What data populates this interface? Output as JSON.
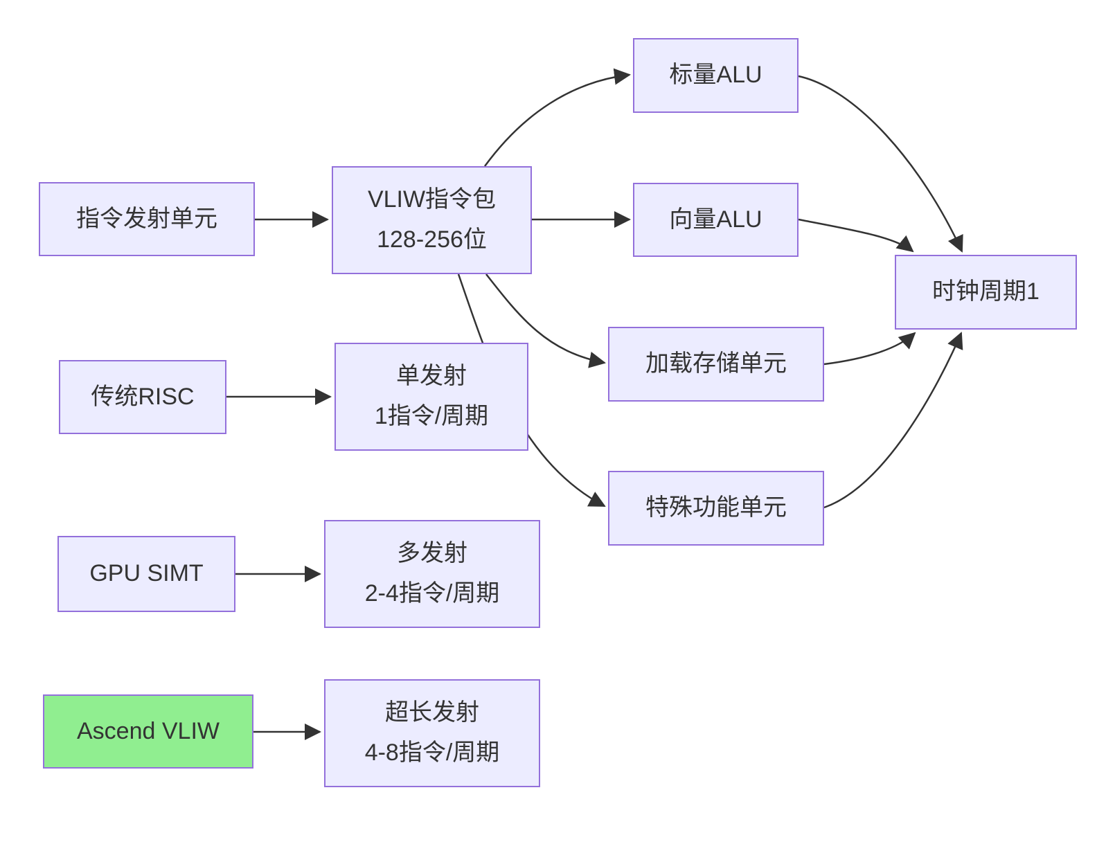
{
  "diagram": {
    "background": "#ffffff",
    "colors": {
      "node_fill": "#ECECFF",
      "node_border": "#9370DB",
      "highlight_fill": "#90EE90",
      "edge_color": "#333333",
      "text_color": "#333333"
    },
    "nodes": {
      "instruction_issue_unit": {
        "label": "指令发射单元"
      },
      "vliw_packet": {
        "line1": "VLIW指令包",
        "line2": "128-256位"
      },
      "scalar_alu": {
        "label": "标量ALU"
      },
      "vector_alu": {
        "label": "向量ALU"
      },
      "load_store_unit": {
        "label": "加载存储单元"
      },
      "special_function_unit": {
        "label": "特殊功能单元"
      },
      "clock_cycle": {
        "label": "时钟周期1"
      },
      "traditional_risc": {
        "label": "传统RISC"
      },
      "single_issue": {
        "line1": "单发射",
        "line2": "1指令/周期"
      },
      "gpu_simt": {
        "label": "GPU SIMT"
      },
      "multi_issue": {
        "line1": "多发射",
        "line2": "2-4指令/周期"
      },
      "ascend_vliw": {
        "label": "Ascend VLIW"
      },
      "very_long_issue": {
        "line1": "超长发射",
        "line2": "4-8指令/周期"
      }
    },
    "edges": [
      {
        "from": "指令发射单元",
        "to": "VLIW指令包"
      },
      {
        "from": "VLIW指令包",
        "to": "标量ALU"
      },
      {
        "from": "VLIW指令包",
        "to": "向量ALU"
      },
      {
        "from": "VLIW指令包",
        "to": "加载存储单元"
      },
      {
        "from": "VLIW指令包",
        "to": "特殊功能单元"
      },
      {
        "from": "标量ALU",
        "to": "时钟周期1"
      },
      {
        "from": "向量ALU",
        "to": "时钟周期1"
      },
      {
        "from": "加载存储单元",
        "to": "时钟周期1"
      },
      {
        "from": "特殊功能单元",
        "to": "时钟周期1"
      },
      {
        "from": "传统RISC",
        "to": "单发射"
      },
      {
        "from": "GPU SIMT",
        "to": "多发射"
      },
      {
        "from": "Ascend VLIW",
        "to": "超长发射"
      }
    ]
  }
}
